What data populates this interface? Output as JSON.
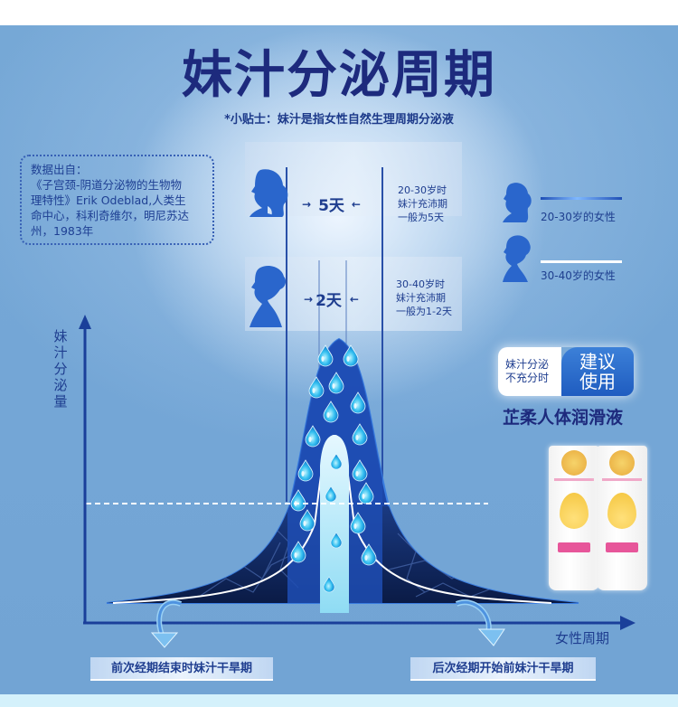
{
  "title": "妹汁分泌周期",
  "tip": "*小贴士：妹汁是指女性自然生理周期分泌液",
  "source": {
    "lines": [
      "数据出自：",
      "《子宫颈-阴道分泌物的生物物",
      "理特性》Erik Odeblad,人类生",
      "命中心，科利奇维尔，明尼苏达",
      "州，1983年"
    ]
  },
  "panels": [
    {
      "days": "5天",
      "arrow_left": "→",
      "arrow_right": "←",
      "desc": [
        "20-30岁时",
        "妹汁充沛期",
        "一般为5天"
      ],
      "silhouette": "woman-ponytail-silhouette"
    },
    {
      "days": "2天",
      "arrow_left": "→",
      "arrow_right": "←",
      "desc": [
        "30-40岁时",
        "妹汁充沛期",
        "一般为1-2天"
      ],
      "silhouette": "woman-bun-silhouette"
    }
  ],
  "legend": [
    {
      "label": "20-30岁的女性",
      "line_color": "#1f4fb5",
      "icon": "woman-ponytail-silhouette"
    },
    {
      "label": "30-40岁的女性",
      "line_color": "#ffffff",
      "icon": "woman-bun-silhouette"
    }
  ],
  "promo": {
    "left_lines": [
      "妹汁分泌",
      "不充分时"
    ],
    "right_lines": [
      "建议",
      "使用"
    ],
    "product_name": "芷柔人体润滑液"
  },
  "axes": {
    "y_label": [
      "妹",
      "汁",
      "分",
      "泌",
      "量"
    ],
    "x_label": "女性周期"
  },
  "captions": {
    "left": "前次经期结束时妹汁干旱期",
    "right": "后次经期开始前妹汁干旱期"
  },
  "colors": {
    "title": "#1d2a7d",
    "background": "#74a6d6",
    "curve_outer": "#1f4fb5",
    "curve_inner": "#a9e4f7",
    "axis": "#1a3f9a"
  },
  "chart_data": {
    "type": "area",
    "title": "妹汁分泌周期",
    "xlabel": "女性周期",
    "ylabel": "妹汁分泌量",
    "series": [
      {
        "name": "20-30岁的女性",
        "peak_duration": "5天",
        "shape": "wide bell curve"
      },
      {
        "name": "30-40岁的女性",
        "peak_duration": "1-2天",
        "shape": "narrow bell curve"
      }
    ],
    "annotations": [
      "前次经期结束时妹汁干旱期",
      "后次经期开始前妹汁干旱期"
    ],
    "threshold_line": "dashed horizontal",
    "grid": false
  }
}
